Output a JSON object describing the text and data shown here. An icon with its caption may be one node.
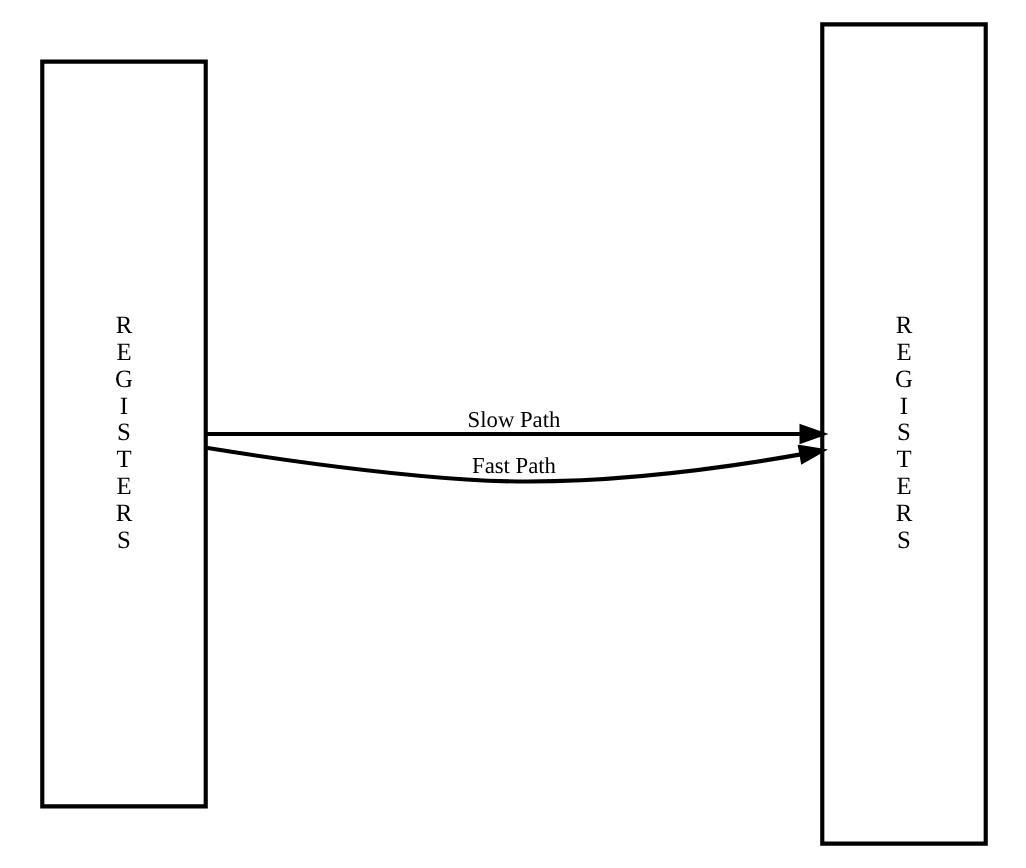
{
  "diagram": {
    "nodes": [
      {
        "text": [
          "R E G I S T E R S"
        ]
      },
      {
        "text": [
          "R E G I S T E R S"
        ]
      }
    ],
    "edges": [
      {
        "from": 0,
        "to": 1,
        "arrow": "to",
        "label": "Slow Path"
      },
      {
        "from": 0,
        "to": 1,
        "arrow": "to",
        "label": "Fast Path"
      }
    ]
  }
}
